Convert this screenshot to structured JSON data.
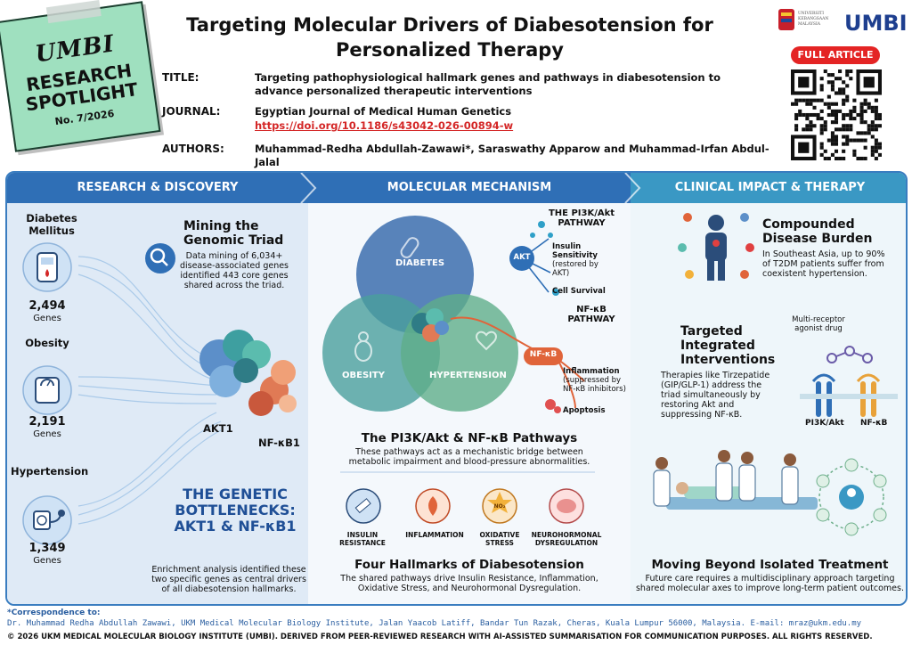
{
  "badge": {
    "line1": "UMBI",
    "line2a": "RESEARCH",
    "line2b": "SPOTLIGHT",
    "line3": "No. 7/2026"
  },
  "header": {
    "title_line1": "Targeting Molecular Drivers of Diabesotension for",
    "title_line2": "Personalized Therapy",
    "title_label": "TITLE:",
    "title_value": "Targeting pathophysiological hallmark genes and pathways in diabesotension to advance personalized therapeutic interventions",
    "journal_label": "JOURNAL:",
    "journal_value": "Egyptian Journal of Medical Human Genetics",
    "doi": "https://doi.org/10.1186/s43042-026-00894-w",
    "authors_label": "AUTHORS:",
    "authors_value": "Muhammad-Redha Abdullah-Zawawi*, Saraswathy Apparow and Muhammad-Irfan Abdul-Jalal",
    "logo_text": "UMBI",
    "full_article": "FULL ARTICLE"
  },
  "sections": {
    "s1": "RESEARCH & DISCOVERY",
    "s2": "MOLECULAR MECHANISM",
    "s3": "CLINICAL IMPACT & THERAPY"
  },
  "discovery": {
    "diabetes_label_1": "Diabetes",
    "diabetes_label_2": "Mellitus",
    "diabetes_genes": "2,494",
    "obesity_label": "Obesity",
    "obesity_genes": "2,191",
    "hypertension_label": "Hypertension",
    "hypertension_genes": "1,349",
    "genes_unit": "Genes",
    "mining_title_1": "Mining the",
    "mining_title_2": "Genomic Triad",
    "mining_text_1": "Data mining of 6,034+",
    "mining_text_2": "disease-associated genes",
    "mining_text_3": "identified 443 core genes",
    "mining_text_4": "shared across the triad.",
    "akt1": "AKT1",
    "nfkb1": "NF-κB1",
    "bottleneck_1": "THE GENETIC",
    "bottleneck_2": "BOTTLENECKS:",
    "bottleneck_3": "AKT1 & NF-κB1",
    "enrich_1": "Enrichment analysis identified these",
    "enrich_2": "two specific genes as central drivers",
    "enrich_3": "of all diabesotension hallmarks."
  },
  "mechanism": {
    "venn_diabetes": "DIABETES",
    "venn_obesity": "OBESITY",
    "venn_hypertension": "HYPERTENSION",
    "pi3k_title_1": "THE PI3K/Akt",
    "pi3k_title_2": "PATHWAY",
    "akt": "AKT",
    "insulin_1": "Insulin",
    "insulin_2": "Sensitivity",
    "insulin_3": "(restored by",
    "insulin_4": "AKT)",
    "cell_survival": "Cell Survival",
    "nfkb_title_1": "NF-κB",
    "nfkb_title_2": "PATHWAY",
    "nfkb_badge": "NF-κB",
    "inflammation_1": "Inflammation",
    "inflammation_2": "(suppressed by",
    "inflammation_3": "NF-κB inhibitors)",
    "apoptosis": "Apoptosis",
    "pathways_title": "The PI3K/Akt & NF-κB Pathways",
    "pathways_text_1": "These pathways act as a mechanistic bridge between",
    "pathways_text_2": "metabolic impairment and blood-pressure abnormalities.",
    "h1_1": "INSULIN",
    "h1_2": "RESISTANCE",
    "h2": "INFLAMMATION",
    "h3_1": "OXIDATIVE",
    "h3_2": "STRESS",
    "h3_icon": "NO₂",
    "h4_1": "NEUROHORMONAL",
    "h4_2": "DYSREGULATION",
    "hallmarks_title": "Four Hallmarks of Diabesotension",
    "hallmarks_text_1": "The shared pathways drive Insulin Resistance, Inflammation,",
    "hallmarks_text_2": "Oxidative Stress, and Neurohormonal Dysregulation."
  },
  "clinical": {
    "burden_title_1": "Compounded",
    "burden_title_2": "Disease Burden",
    "burden_text_1": "In Southeast Asia, up to 90%",
    "burden_text_2": "of T2DM patients suffer from",
    "burden_text_3": "coexistent hypertension.",
    "targeted_1": "Targeted",
    "targeted_2": "Integrated",
    "targeted_3": "Interventions",
    "targeted_text_1": "Therapies like Tirzepatide",
    "targeted_text_2": "(GIP/GLP-1) address the",
    "targeted_text_3": "triad simultaneously by",
    "targeted_text_4": "restoring Akt and",
    "targeted_text_5": "suppressing NF-κB.",
    "drug_1": "Multi-receptor",
    "drug_2": "agonist drug",
    "receptor_a": "PI3K/Akt",
    "receptor_b": "NF-κB",
    "beyond_title": "Moving Beyond Isolated Treatment",
    "beyond_text_1": "Future care requires a multidisciplinary approach targeting",
    "beyond_text_2": "shared molecular axes to improve long-term patient outcomes."
  },
  "footer": {
    "corr_label": "*Correspondence to:",
    "corr_text": "Dr. Muhammad Redha Abdullah Zawawi, UKM Medical Molecular Biology Institute, Jalan Yaacob Latiff, Bandar Tun Razak, Cheras, Kuala Lumpur 56000, Malaysia. E-mail: mraz@ukm.edu.my",
    "copyright": "© 2026 UKM MEDICAL MOLECULAR BIOLOGY INSTITUTE (UMBI). DERIVED FROM PEER-REVIEWED RESEARCH WITH AI-ASSISTED SUMMARISATION FOR COMMUNICATION PURPOSES. ALL RIGHTS RESERVED."
  },
  "colors": {
    "blue": "#2f6fb6",
    "red": "#e42424",
    "teal": "#3a98c4",
    "sticky": "#9fe0bf"
  }
}
